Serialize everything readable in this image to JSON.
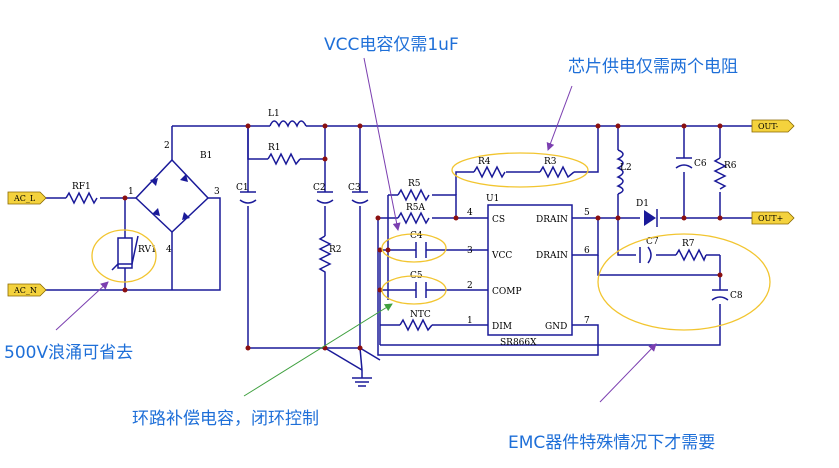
{
  "annotations": {
    "vcc_cap": "VCC电容仅需1uF",
    "two_resistors": "芯片供电仅需两个电阻",
    "surge": "500V浪涌可省去",
    "loop_comp": "环路补偿电容，闭环控制",
    "emc": "EMC器件特殊情况下才需要"
  },
  "ports": {
    "ac_l": "AC_L",
    "ac_n": "AC_N",
    "out_neg": "OUT-",
    "out_pos": "OUT+"
  },
  "components": {
    "rf1": "RF1",
    "rv1": "RV1",
    "b1": "B1",
    "c1": "C1",
    "l1": "L1",
    "r1": "R1",
    "c2": "C2",
    "r2": "R2",
    "c3": "C3",
    "r5": "R5",
    "r5a": "R5A",
    "c4": "C4",
    "c5": "C5",
    "ntc": "NTC",
    "r4": "R4",
    "r3": "R3",
    "u1": "U1",
    "u1_part": "SR866X",
    "l2": "L2",
    "c6": "C6",
    "r6": "R6",
    "d1": "D1",
    "c7": "C7",
    "r7": "R7",
    "c8": "C8"
  },
  "pins": {
    "cs": "CS",
    "vcc": "VCC",
    "comp": "COMP",
    "dim": "DIM",
    "drain1": "DRAIN",
    "drain2": "DRAIN",
    "gnd": "GND",
    "n1": "1",
    "n2": "2",
    "n3": "3",
    "n4": "4",
    "n5": "5",
    "n6": "6",
    "n7": "7",
    "b1_1": "1",
    "b1_2": "2",
    "b1_3": "3",
    "b1_4": "4"
  }
}
